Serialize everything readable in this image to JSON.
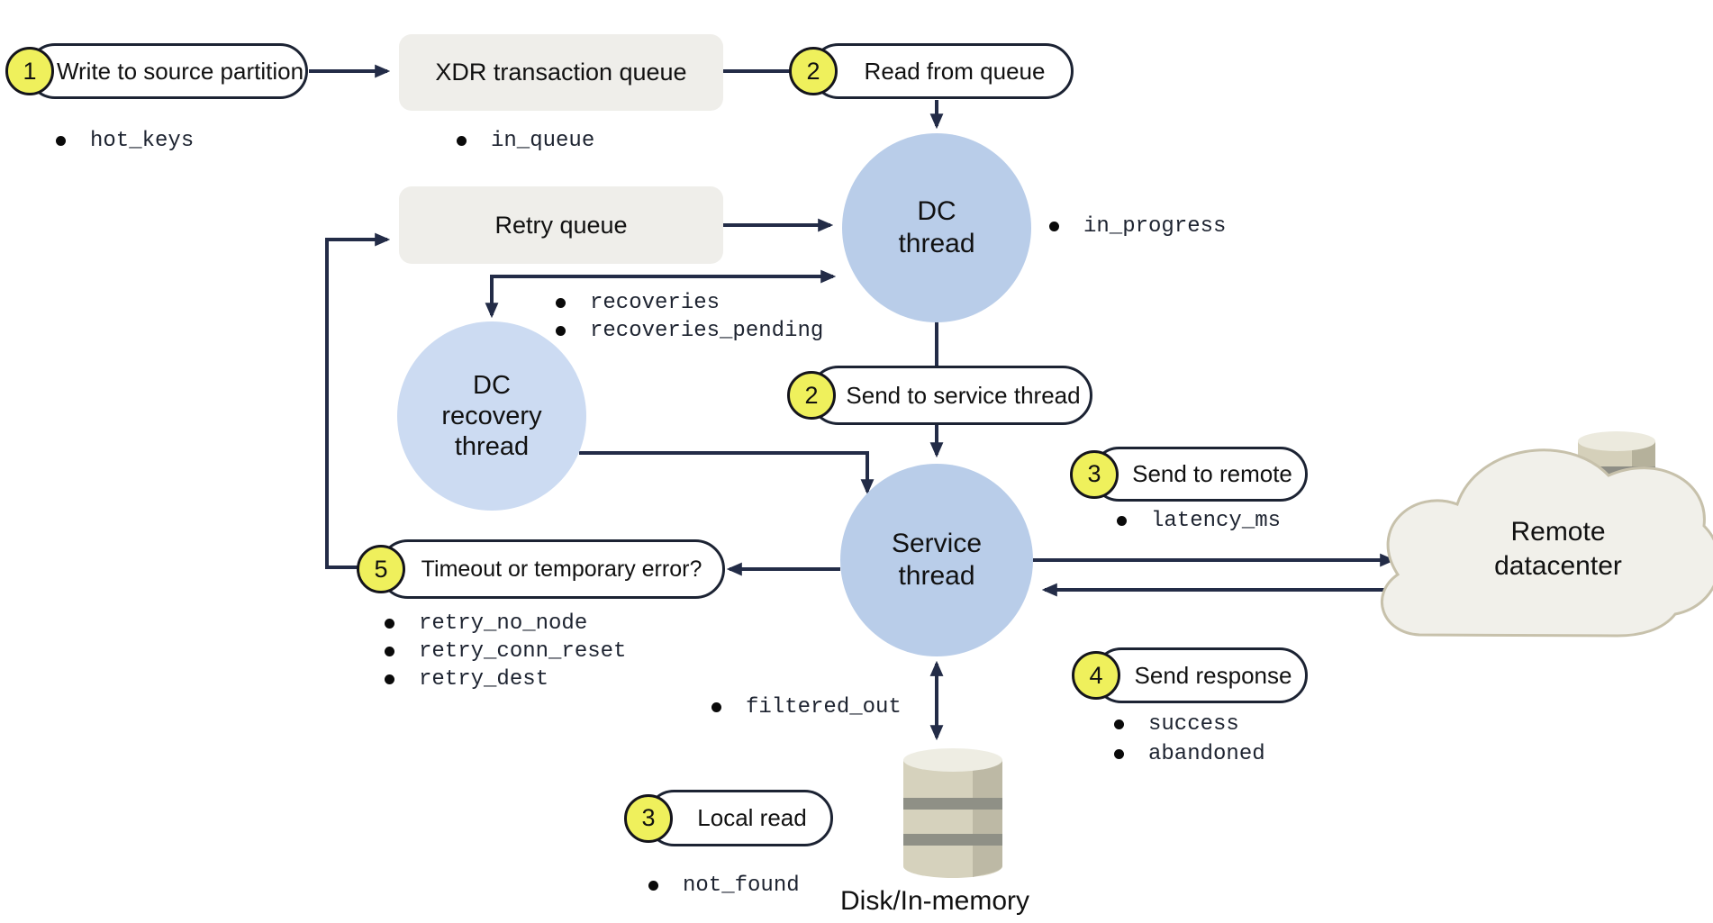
{
  "colors": {
    "arrow": "#232c47",
    "node_fill": "#b9cde9",
    "recovery_fill": "#ccdbf2",
    "queue_fill": "#efeeea",
    "step_yellow": "#eff05c",
    "pill_border": "#1c2333",
    "cloud_fill": "#f1f0ea",
    "cloud_border": "#c7c1ab",
    "mono_text": "#1d2330"
  },
  "steps": [
    {
      "num": "1",
      "label": "Write to source partition"
    },
    {
      "num": "2",
      "label": "Read from queue"
    },
    {
      "num": "2",
      "label": "Send to service thread"
    },
    {
      "num": "3",
      "label": "Send to remote"
    },
    {
      "num": "5",
      "label": "Timeout or temporary error?"
    },
    {
      "num": "4",
      "label": "Send response"
    },
    {
      "num": "3",
      "label": "Local read"
    }
  ],
  "queues": [
    {
      "label": "XDR transaction queue"
    },
    {
      "label": "Retry queue"
    }
  ],
  "nodes": {
    "dc": {
      "lines": [
        "DC",
        "thread"
      ]
    },
    "recovery": {
      "lines": [
        "DC",
        "recovery",
        "thread"
      ]
    },
    "service": {
      "lines": [
        "Service",
        "thread"
      ]
    }
  },
  "remote": {
    "lines": [
      "Remote",
      "datacenter"
    ]
  },
  "disk": {
    "label": "Disk/In-memory"
  },
  "metrics": {
    "hot_keys": [
      "hot_keys"
    ],
    "in_queue": [
      "in_queue"
    ],
    "in_progress": [
      "in_progress"
    ],
    "recoveries": [
      "recoveries",
      "recoveries_pending"
    ],
    "latency": [
      "latency_ms"
    ],
    "retry": [
      "retry_no_node",
      "retry_conn_reset",
      "retry_dest"
    ],
    "response": [
      "success",
      "abandoned"
    ],
    "filtered": [
      "filtered_out"
    ],
    "local_read": [
      "not_found"
    ]
  }
}
